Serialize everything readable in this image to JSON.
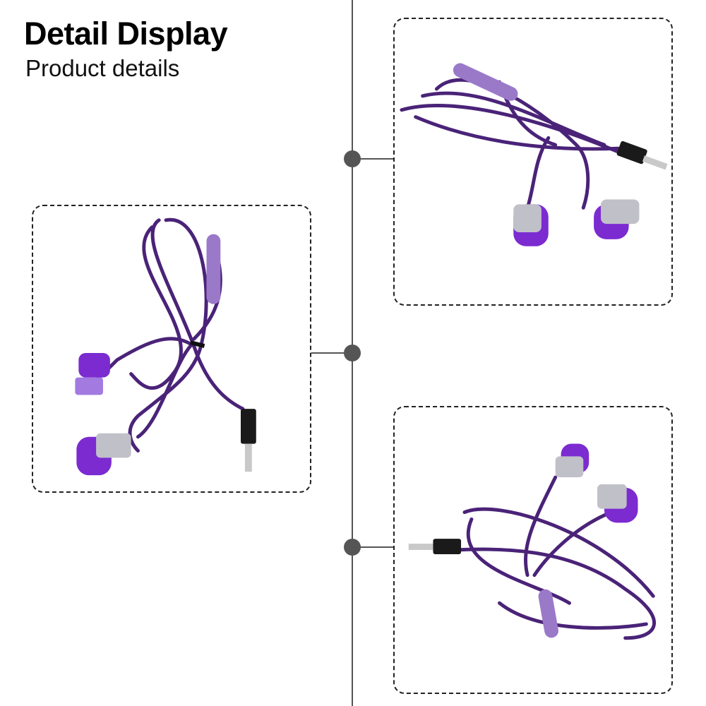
{
  "header": {
    "title": "Detail Display",
    "subtitle": "Product details"
  },
  "colors": {
    "accent": "#5b2a96",
    "connector": "#555555",
    "border": "#222222"
  },
  "panels": [
    {
      "name": "left-photo",
      "icon": "earphones-icon"
    },
    {
      "name": "top-right-photo",
      "icon": "earphones-icon"
    },
    {
      "name": "bottom-right-photo",
      "icon": "earphones-icon"
    }
  ]
}
